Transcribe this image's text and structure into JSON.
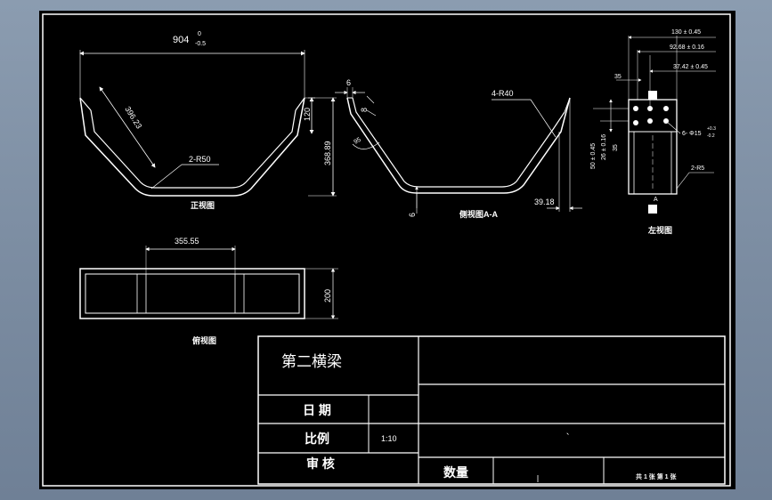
{
  "front_view": {
    "label": "正视图",
    "dims": {
      "overall_width": "904",
      "tol_upper": "0",
      "tol_lower": "-0.5",
      "slant": "396.23",
      "radius": "2-R50",
      "lip": "120",
      "height": "368.89"
    }
  },
  "section_view": {
    "label": "侧视图A-A",
    "dims": {
      "thk_top": "6",
      "thk_side": "8",
      "angle": "95",
      "radius": "4-R40",
      "thk_bottom": "6",
      "lip_offset": "39.18"
    }
  },
  "left_view": {
    "label": "左视图",
    "dims": {
      "d130": "130 ± 0.45",
      "d92": "92.68 ± 0.16",
      "d37": "37.42 ± 0.45",
      "d35a": "35",
      "d35b": "35",
      "d50": "50 ± 0.45",
      "d26": "26 ± 0.16",
      "holes": "6- Φ15",
      "holes_tol_upper": "+0.3",
      "holes_tol_lower": "-0.2",
      "radius": "2-R5",
      "section_mark": "A"
    }
  },
  "top_view": {
    "label": "俯视图",
    "dims": {
      "width": "355.55",
      "depth": "200"
    }
  },
  "title_block": {
    "title": "第二横梁",
    "date_label": "日 期",
    "scale_label": "比例",
    "scale_value": "1:10",
    "reviewer_label": "审 核",
    "qty_label": "数量",
    "sheet_info": "共 1 张 第 1 张",
    "mark": "、"
  }
}
